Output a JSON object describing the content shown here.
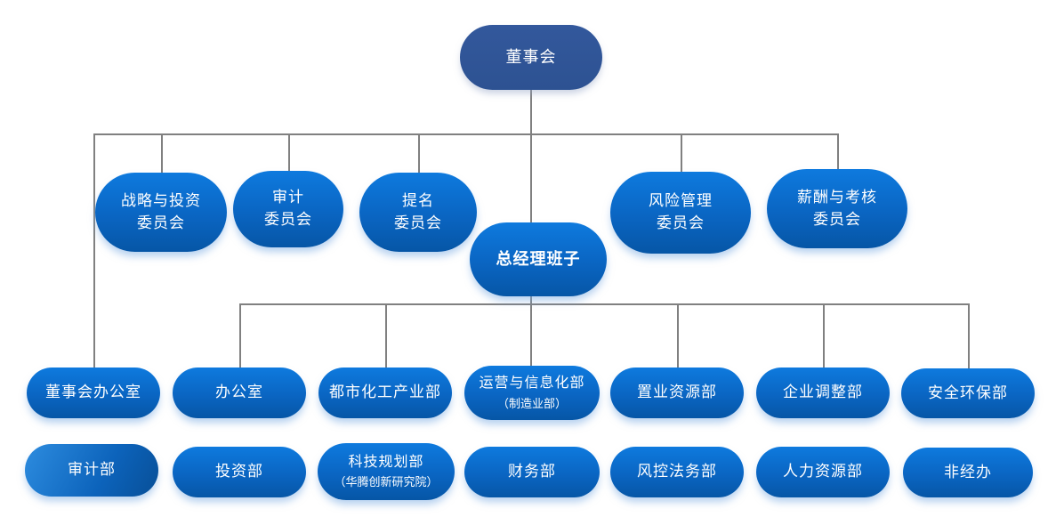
{
  "org": {
    "board": {
      "label": "董事会"
    },
    "committees": [
      {
        "line1": "战略与投资",
        "line2": "委员会"
      },
      {
        "line1": "审计",
        "line2": "委员会"
      },
      {
        "line1": "提名",
        "line2": "委员会"
      },
      {
        "line1": "风险管理",
        "line2": "委员会"
      },
      {
        "line1": "薪酬与考核",
        "line2": "委员会"
      }
    ],
    "gm": {
      "label": "总经理班子"
    },
    "row1": [
      {
        "label": "董事会办公室"
      },
      {
        "label": "办公室"
      },
      {
        "label": "都市化工产业部"
      },
      {
        "label": "运营与信息化部",
        "sub": "（制造业部）"
      },
      {
        "label": "置业资源部"
      },
      {
        "label": "企业调整部"
      },
      {
        "label": "安全环保部"
      }
    ],
    "row2": [
      {
        "label": "审计部"
      },
      {
        "label": "投资部"
      },
      {
        "label": "科技规划部",
        "sub": "（华腾创新研究院）"
      },
      {
        "label": "财务部"
      },
      {
        "label": "风控法务部"
      },
      {
        "label": "人力资源部"
      },
      {
        "label": "非经办"
      }
    ],
    "colors": {
      "root_fill": "#2e5396",
      "node_gradient_top": "#0e7ade",
      "node_gradient_bottom": "#0656a6",
      "audit_highlight": "#2d8cdf",
      "connector": "#808080",
      "text": "#ffffff"
    }
  }
}
